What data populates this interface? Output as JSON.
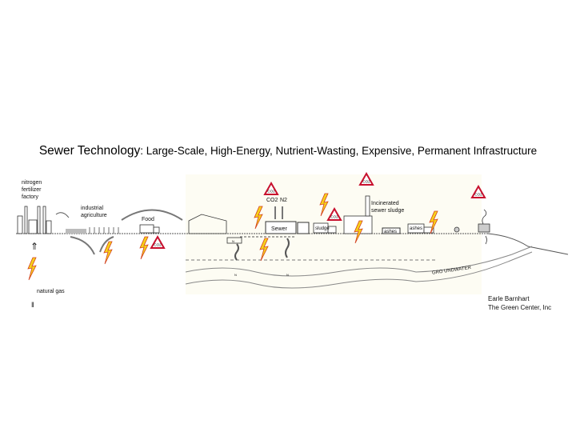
{
  "title": {
    "main": "Sewer Technology",
    "subtitle": ": Large-Scale, High-Energy, Nutrient-Wasting, Expensive, Permanent Infrastructure"
  },
  "labels": {
    "factory_1": "nitrogen",
    "factory_2": "fertilizer",
    "factory_3": "factory",
    "agriculture_1": "industrial",
    "agriculture_2": "agriculture",
    "food": "Food",
    "natural_gas": "natural gas",
    "co2": "CO2",
    "n2": "N2",
    "sewer": "Sewer",
    "sludge": "sludge",
    "incinerated_1": "Incinerated",
    "incinerated_2": "sewer sludge",
    "ashes_1": "ashes",
    "ashes_2": "ashes",
    "groundwater": "GRO UNDWATER",
    "n_marker": "N",
    "co2_sign": "CO2"
  },
  "credits": {
    "author": "Earle Barnhart",
    "org": "The Green Center, Inc"
  },
  "colors": {
    "bolt_fill": "#f7d21a",
    "bolt_stroke": "#d2401e",
    "warning": "#c8102e"
  }
}
